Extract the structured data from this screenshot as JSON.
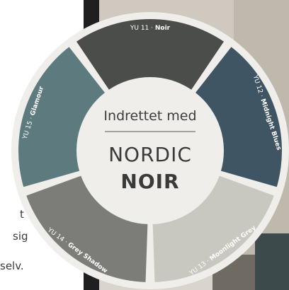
{
  "wheel": {
    "heading": "Indrettet med",
    "title_line1": "NORDIC",
    "title_line2": "NOIR",
    "segments": [
      {
        "code": "YU 11",
        "name": "Noir",
        "color": "#4b4d4a"
      },
      {
        "code": "YU 12",
        "name": "Midnight Blues",
        "color": "#405563"
      },
      {
        "code": "YU 13",
        "name": "Moonlight Grey",
        "color": "#c9c8c0"
      },
      {
        "code": "YU 14",
        "name": "Grey Shadow",
        "color": "#7c7d78"
      },
      {
        "code": "YU 15",
        "name": "Glamour",
        "color": "#5d7a7f"
      }
    ]
  },
  "side_text": {
    "line1": "t",
    "line2": "sig",
    "line3": "selv."
  }
}
